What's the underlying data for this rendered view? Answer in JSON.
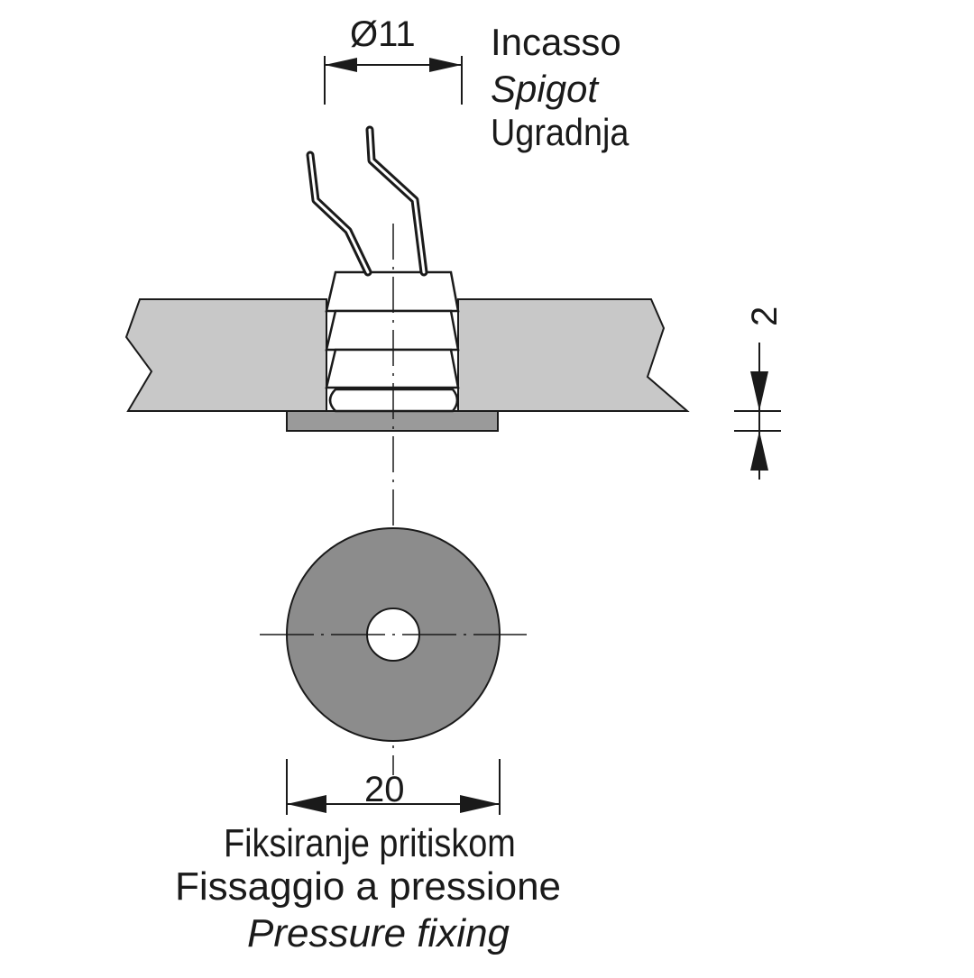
{
  "dimensions": {
    "spigot_diameter": "Ø11",
    "thickness": "2",
    "disc_diameter": "20"
  },
  "labels": {
    "top": {
      "italian": "Incasso",
      "english": "Spigot",
      "croatian": "Ugradnja"
    },
    "bottom": {
      "croatian": "Fiksiranje pritiskom",
      "italian": "Fissaggio a pressione",
      "english": "Pressure fixing"
    }
  },
  "colors": {
    "panel": "#c8c8c8",
    "disc": "#8c8c8c",
    "plate": "#9a9a9a",
    "spigot": "#ffffff",
    "line": "#1a1a1a"
  }
}
